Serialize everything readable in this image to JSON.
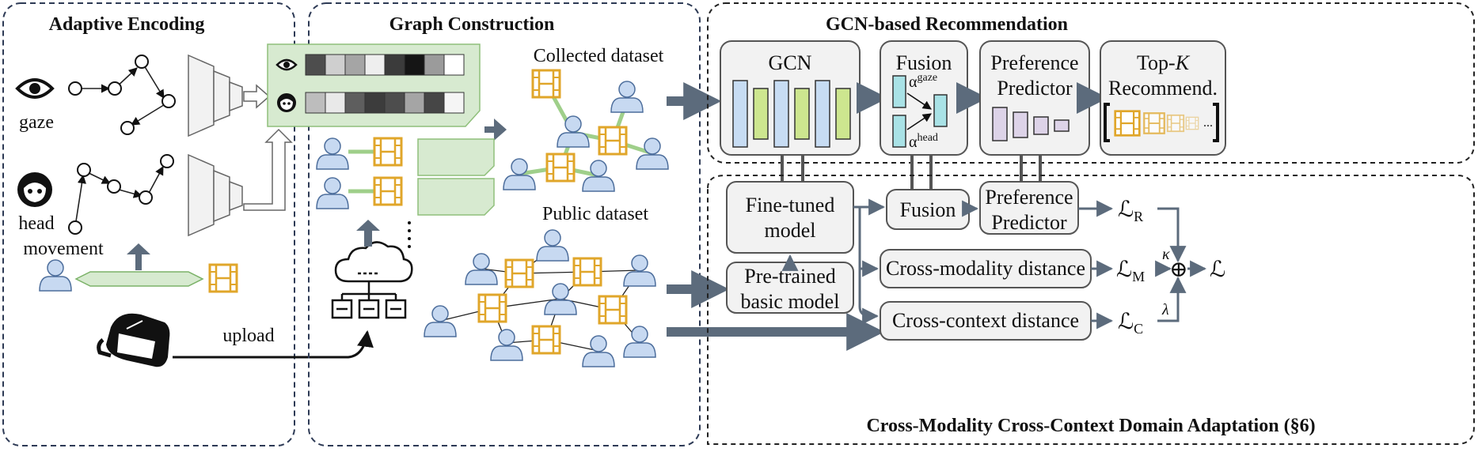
{
  "panels": {
    "adaptive_encoding": {
      "title": "Adaptive Encoding",
      "gaze_label": "gaze",
      "head_label_1": "head",
      "head_label_2": "movement",
      "upload_label": "upload"
    },
    "graph_construction": {
      "title": "Graph Construction",
      "collected_label": "Collected dataset",
      "public_label": "Public dataset"
    },
    "gcn_recommendation": {
      "title": "GCN-based Recommendation",
      "gcn_label": "GCN",
      "fusion_label": "Fusion",
      "alpha_gaze": "α",
      "alpha_gaze_sup": "gaze",
      "alpha_head": "α",
      "alpha_head_sup": "head",
      "pref_label_1": "Preference",
      "pref_label_2": "Predictor",
      "topk_label_1": "Top-",
      "topk_label_k": "K",
      "topk_label_2": "Recommend.",
      "topk_ellipsis": "..."
    },
    "domain_adaptation": {
      "title": "Cross-Modality Cross-Context Domain Adaptation (§6)",
      "finetuned_1": "Fine-tuned",
      "finetuned_2": "model",
      "fusion": "Fusion",
      "pref_1": "Preference",
      "pref_2": "Predictor",
      "pretrained_1": "Pre-trained",
      "pretrained_2": "basic model",
      "cross_modality": "Cross-modality distance",
      "cross_context": "Cross-context distance",
      "loss_r": "ℒ",
      "loss_r_sub": "R",
      "loss_m": "ℒ",
      "loss_m_sub": "M",
      "loss_c": "ℒ",
      "loss_c_sub": "C",
      "loss_total": "ℒ",
      "kappa": "κ",
      "lambda": "λ",
      "oplus": "⊕"
    }
  },
  "colors": {
    "user": "#c7d9f1",
    "video": "#e0a62a",
    "edge_green": "#9fcf8a",
    "panel_green": "#d7ead0",
    "bar_blue": "#c7dcf3",
    "bar_green": "#cde68f",
    "fusion_cyan": "#a9e2e6",
    "pref_purple": "#ddd3e8",
    "topk_orange": "#f07b2d",
    "arrow": "#5c6b7c"
  },
  "gray_swatches": {
    "gaze_row": [
      "#4d4d4d",
      "#cfcfcf",
      "#a5a5a5",
      "#eeeeee",
      "#3b3b3b",
      "#151515",
      "#9b9b9b",
      "#ffffff"
    ],
    "head_row": [
      "#bdbdbd",
      "#e9e9e9",
      "#5e5e5e",
      "#3c3c3c",
      "#4d4d4d",
      "#a5a5a5",
      "#464646",
      "#f5f5f5"
    ]
  },
  "icons": [
    "eye-icon",
    "face-icon",
    "user-icon",
    "video-icon",
    "vr-headset-icon",
    "cloud-server-icon"
  ]
}
